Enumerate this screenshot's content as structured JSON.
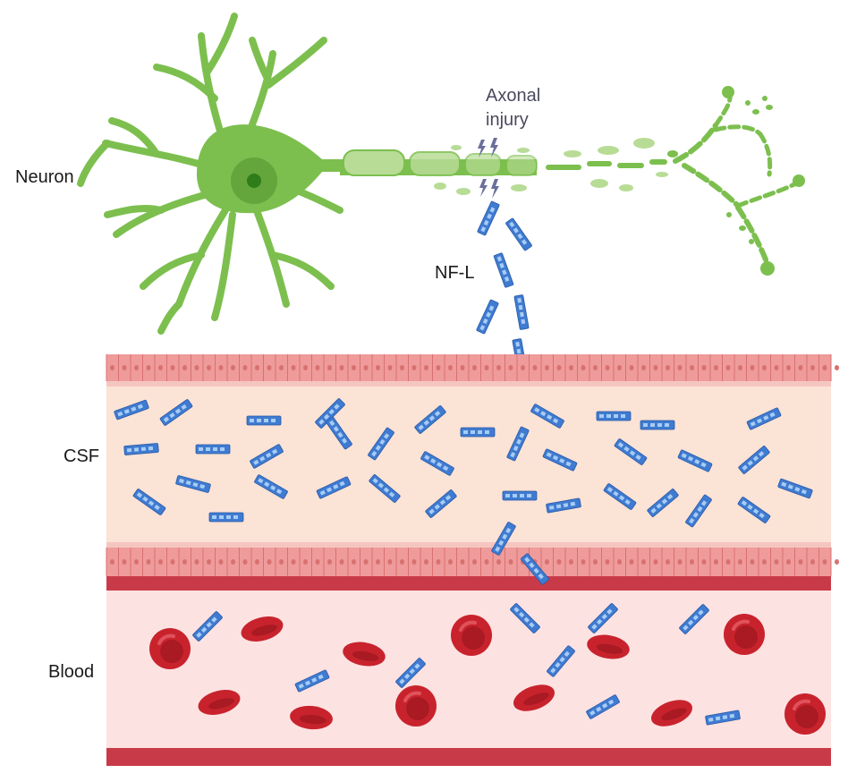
{
  "labels": {
    "neuron": "Neuron",
    "injury_line1": "Axonal",
    "injury_line2": "injury",
    "nfl": "NF-L",
    "csf": "CSF",
    "blood": "Blood"
  },
  "colors": {
    "neuron": "#7cbf4e",
    "neuron_dark": "#5a9a34",
    "neuron_light": "#b8dc96",
    "nucleus": "#2e7d1a",
    "epithelium": "#ef9b9b",
    "epithelium_dark": "#d97070",
    "csf": "#fbe3d6",
    "blood_bg": "#fde2e2",
    "vessel_wall": "#c93a48",
    "rbc": "#c8232d",
    "rbc_dark": "#8f141c",
    "nfl_protein": "#3f7bd1",
    "nfl_stripe": "#a7ccf5",
    "bolt": "#6b6f9a"
  },
  "icons": [
    "neuron-icon",
    "lightning-bolt-icon",
    "nfl-protein-icon",
    "red-blood-cell-icon"
  ]
}
